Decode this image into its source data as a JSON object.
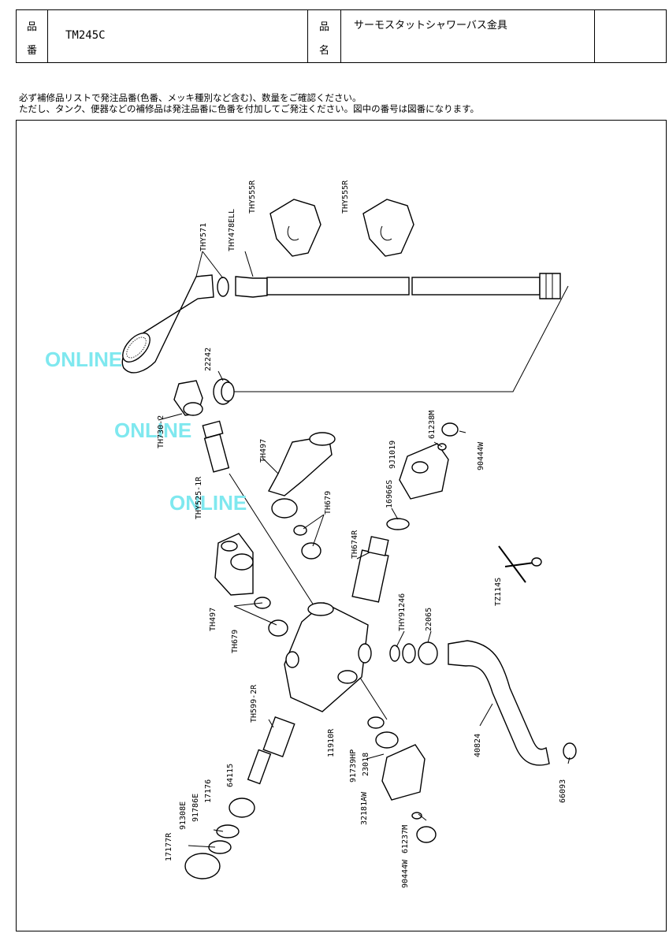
{
  "header": {
    "hinban_label_1": "品",
    "hinban_label_2": "番",
    "hinban_value": "TM245C",
    "hinmei_label_1": "品",
    "hinmei_label_2": "名",
    "hinmei_value": "サーモスタットシャワーバス金具"
  },
  "notes": [
    "必ず補修品リストで発注品番(色番、メッキ種別など含む)、数量をご確認ください。",
    "ただし、タンク、便器などの補修品は発注品番に色番を付加してご発注ください。図中の番号は図番になります。"
  ],
  "watermark": "ONLINE",
  "parts": {
    "thy555r_a": "THY555R",
    "thy555r_b": "THY555R",
    "thy571": "THY571",
    "thy478ell": "THY478ELL",
    "p22242": "22242",
    "th730_2": "TH730-2",
    "thy525_1r": "THY525-1R",
    "th497_top": "TH497",
    "th679_top": "TH679",
    "p61238m": "61238M",
    "p9j1019": "9J1019",
    "p90444w_top": "90444W",
    "p16966s": "16966S",
    "th674r": "TH674R",
    "tz114s": "TZ114S",
    "th497_left": "TH497",
    "th679_left": "TH679",
    "thy91246": "THY91246",
    "p22065": "22065",
    "p11910r": "11910R",
    "th599_2r": "TH599-2R",
    "p40824": "40824",
    "p64115": "64115",
    "p91739hp": "91739HP",
    "p23018": "23018",
    "p66093": "66093",
    "p17176": "17176",
    "p91786e": "91786E",
    "p91308e": "91308E",
    "p17177r": "17177R",
    "p32181aw": "32181AW",
    "p61237m": "61237M",
    "p90444w_bottom": "90444W"
  }
}
